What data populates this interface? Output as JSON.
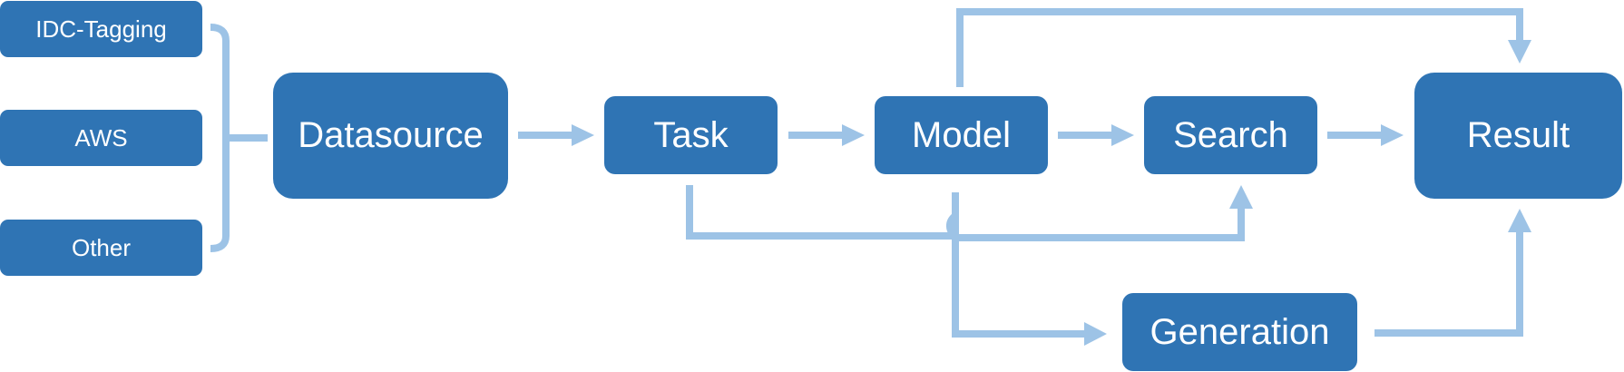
{
  "sources": [
    "IDC-Tagging",
    "AWS",
    "Other"
  ],
  "nodes": {
    "datasource": "Datasource",
    "task": "Task",
    "model": "Model",
    "search": "Search",
    "result": "Result",
    "generation": "Generation"
  },
  "colors": {
    "box": "#2f74b4",
    "arrow": "#9dc3e6",
    "text": "#ffffff"
  }
}
